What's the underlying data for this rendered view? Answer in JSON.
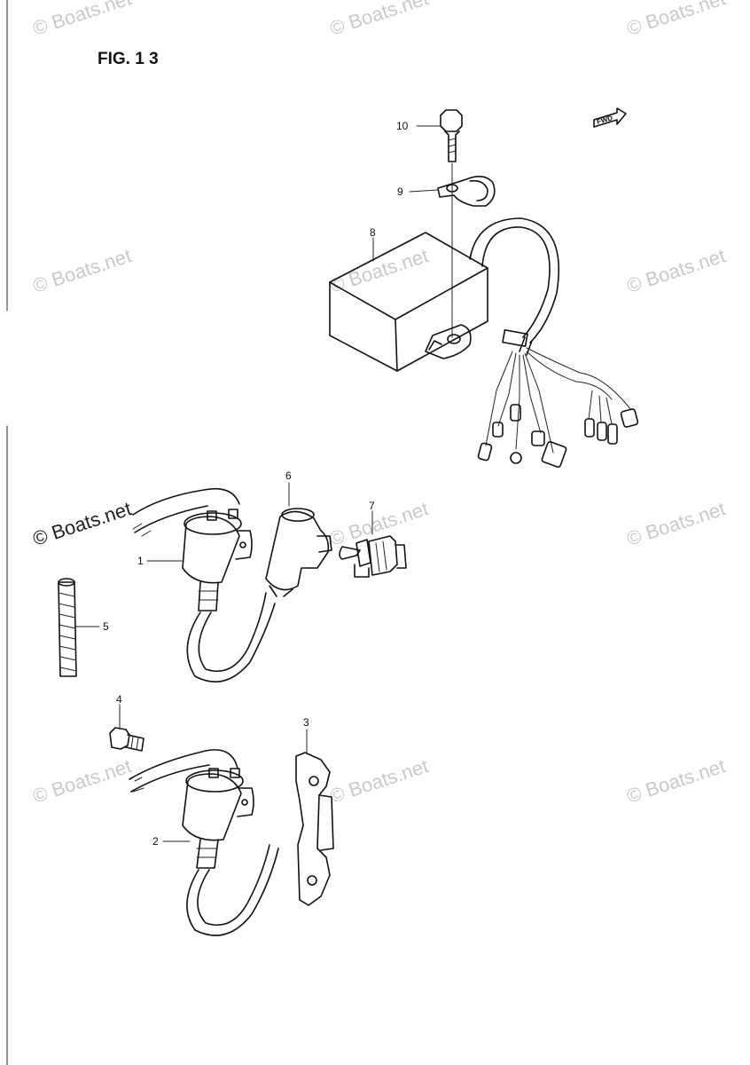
{
  "figure": {
    "title": "FIG. 1 3"
  },
  "direction_marker": {
    "label": "FWD"
  },
  "watermark": {
    "text": "© Boats.net"
  },
  "callouts": {
    "p1": "1",
    "p2": "2",
    "p3": "3",
    "p4": "4",
    "p5": "5",
    "p6": "6",
    "p7": "7",
    "p8": "8",
    "p9": "9",
    "p10": "10"
  }
}
